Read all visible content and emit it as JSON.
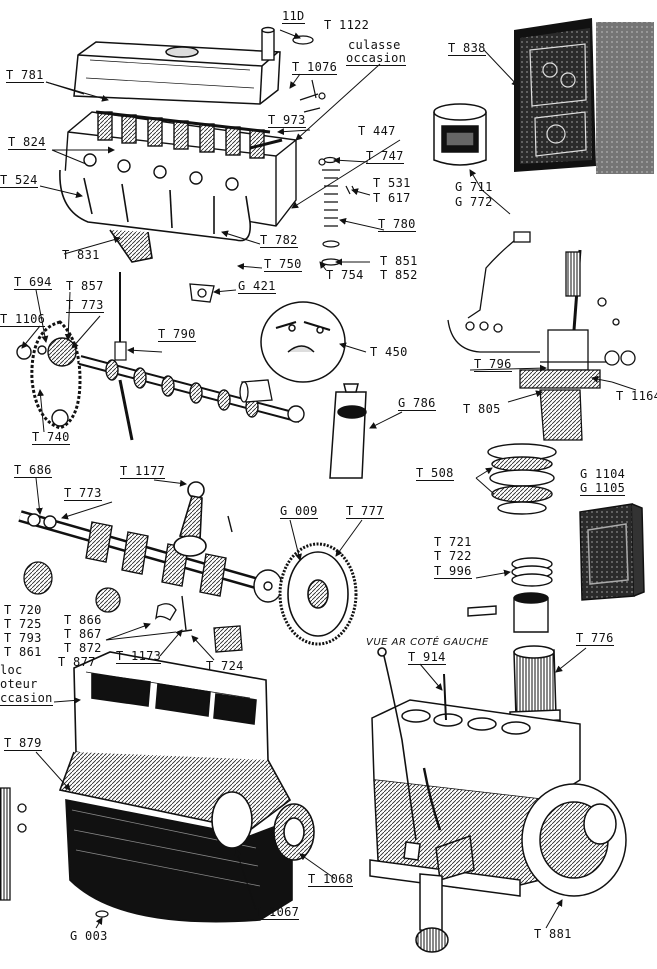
{
  "labels": {
    "l_11d": "11D",
    "t1122": "T 1122",
    "culasse": "culasse",
    "occasion1": "occasion",
    "t1076": "T 1076",
    "t838": "T 838",
    "t781": "T 781",
    "t973": "T 973",
    "t824": "T 824",
    "t447": "T 447",
    "t747": "T 747",
    "t524": "T 524",
    "t531": "T 531",
    "t617": "T 617",
    "g711": "G 711",
    "g772": "G 772",
    "t780": "T 780",
    "t782": "T 782",
    "t831": "T 831",
    "t851": "T 851",
    "t852": "T 852",
    "t754": "T 754",
    "t750": "T 750",
    "g421": "G 421",
    "t694": "T 694",
    "t857": "T 857",
    "t773a": "T 773",
    "t1106": "T 1106",
    "t790": "T 790",
    "t450": "T 450",
    "t796": "T 796",
    "t1164": "T 1164",
    "t740": "T 740",
    "g786": "G 786",
    "t805": "T 805",
    "t686": "T 686",
    "t1177": "T 1177",
    "t773b": "T 773",
    "g009": "G 009",
    "t777": "T 777",
    "t508": "T 508",
    "g1104": "G 1104",
    "g1105": "G 1105",
    "t721": "T 721",
    "t722": "T 722",
    "t996": "T 996",
    "t720": "T 720",
    "t725": "T 725",
    "t793": "T 793",
    "t861": "T 861",
    "t866": "T 866",
    "t867": "T 867",
    "t872": "T 872",
    "t877": "T 877",
    "t1173": "T 1173",
    "t724": "T 724",
    "vue": "VUE AR COTÉ GAUCHE",
    "t776": "T 776",
    "t914": "T 914",
    "bloc": "loc",
    "moteur": "oteur",
    "occasion2": "ccasion",
    "t879": "T 879",
    "t1068": "T 1068",
    "t1067": "T 1067",
    "g003": "G 003",
    "t881": "T 881"
  }
}
